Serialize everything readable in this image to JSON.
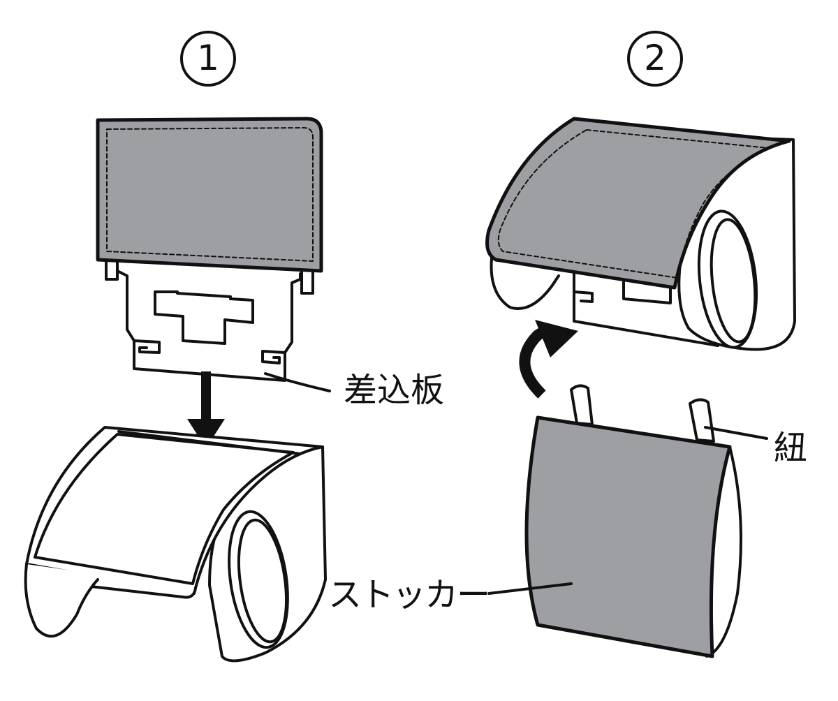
{
  "steps": [
    {
      "number": "1"
    },
    {
      "number": "2"
    }
  ],
  "labels": {
    "insert_plate": "差込板",
    "string": "紐",
    "stocker": "ストッカー"
  },
  "colors": {
    "cover_fill": "#9d9fa2",
    "outline": "#111111",
    "body_fill": "#ffffff"
  }
}
